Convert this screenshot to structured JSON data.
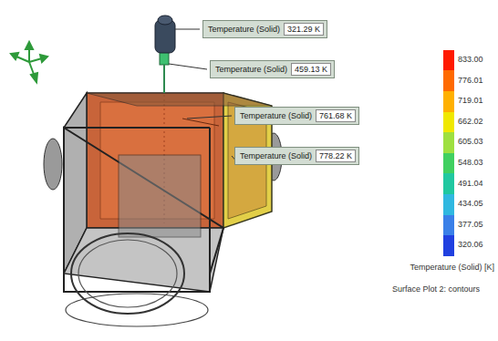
{
  "diagram": {
    "nodes": [
      {
        "text": [
          "Temperature (Solid)",
          "321.29 K"
        ]
      },
      {
        "text": [
          "Temperature (Solid)",
          "459.13 K"
        ]
      },
      {
        "text": [
          "Temperature (Solid)",
          "761.68 K"
        ]
      },
      {
        "text": [
          "Temperature (Solid)",
          "778.22 K"
        ]
      }
    ],
    "labels": [
      "Temperature (Solid) [K]",
      "Surface Plot 2: contours"
    ],
    "legend": [
      {
        "text": "833.00",
        "color": "#ff1a00"
      },
      {
        "text": "776.01",
        "color": "#ff6a00"
      },
      {
        "text": "719.01",
        "color": "#ffb000"
      },
      {
        "text": "662.02",
        "color": "#f0e800"
      },
      {
        "text": "605.03",
        "color": "#9ee040"
      },
      {
        "text": "548.03",
        "color": "#40d060"
      },
      {
        "text": "491.04",
        "color": "#20c8a0"
      },
      {
        "text": "434.05",
        "color": "#30b8e0"
      },
      {
        "text": "377.05",
        "color": "#3a80e8"
      },
      {
        "text": "320.06",
        "color": "#2040e0"
      }
    ]
  }
}
